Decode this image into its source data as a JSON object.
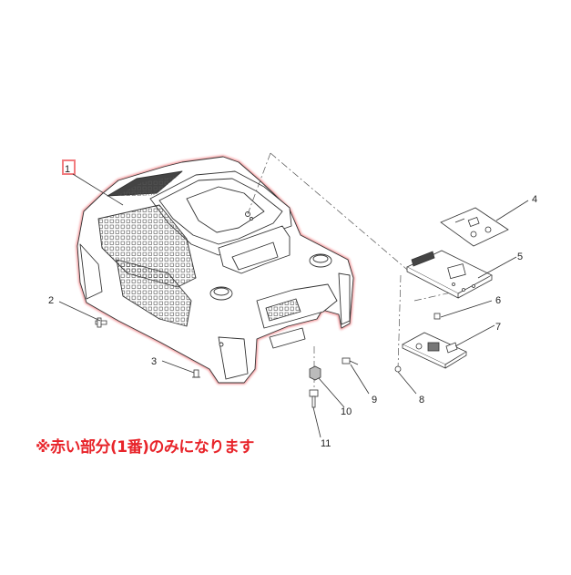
{
  "callouts": {
    "c1": "1",
    "c2": "2",
    "c3": "3",
    "c4": "4",
    "c5": "5",
    "c6": "6",
    "c7": "7",
    "c8": "8",
    "c9": "9",
    "c10": "10",
    "c11": "11"
  },
  "note": "※赤い部分(1番)のみになります",
  "colors": {
    "highlight": "#e8242a",
    "line": "#333333"
  }
}
